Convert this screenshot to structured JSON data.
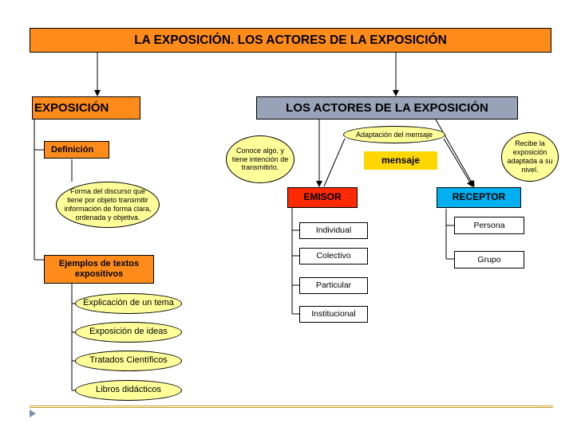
{
  "title": "LA EXPOSICIÓN. LOS ACTORES DE LA EXPOSICIÓN",
  "exposicion": {
    "header": "EXPOSICIÓN",
    "definicion_label": "Definición",
    "definicion_text": "Forma del discurso que tiene por objeto transmitir información de forma clara, ordenada y objetiva.",
    "ejemplos_label": "Ejemplos de textos expositivos",
    "ejemplos": [
      "Explicación de un tema",
      "Exposición de ideas",
      "Tratados Científicos",
      "Libros didácticos"
    ]
  },
  "actores": {
    "header": "LOS ACTORES DE LA EXPOSICIÓN",
    "adaptacion": "Adaptación del mensaje",
    "mensaje": "mensaje",
    "conoce": "Conoce algo, y tiene intención de transmitirlo.",
    "recibe": "Recibe la exposición adaptada a su nivel.",
    "emisor": "EMISOR",
    "receptor": "RECEPTOR",
    "emisor_tipos": [
      "Individual",
      "Colectivo",
      "Particular",
      "Institucional"
    ],
    "receptor_tipos": [
      "Persona",
      "Grupo"
    ]
  },
  "colors": {
    "orange": "#ff8c1a",
    "red": "#ff2a00",
    "blue": "#00b0f0",
    "gray": "#99a3b8",
    "yellow": "#ffd700",
    "oval_fill": "#ffff99"
  }
}
